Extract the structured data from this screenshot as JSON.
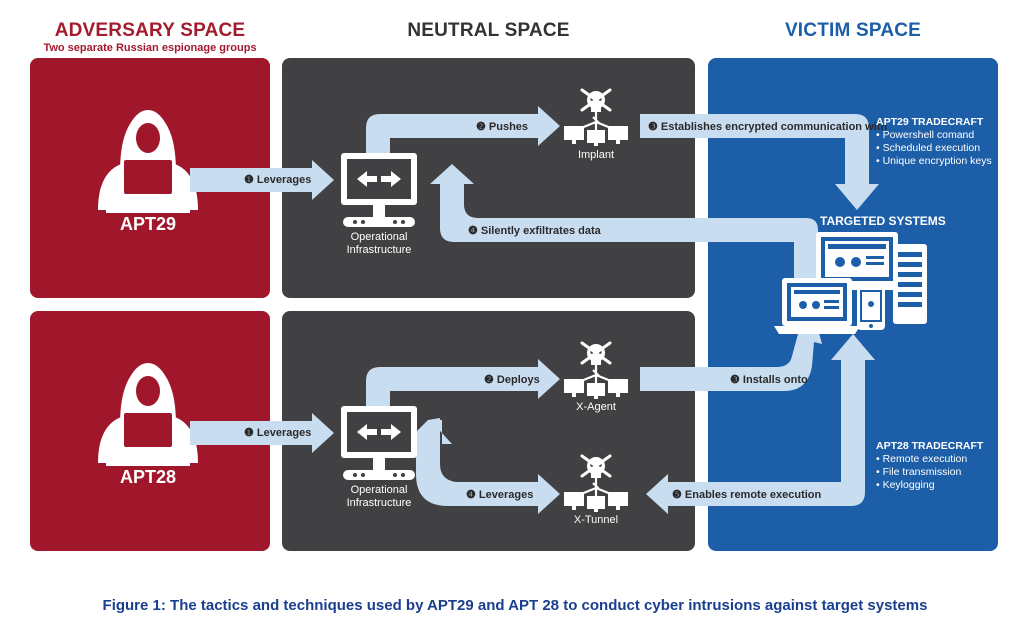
{
  "headers": {
    "adversary": "ADVERSARY SPACE",
    "adversary_sub": "Two separate Russian espionage groups",
    "neutral": "NEUTRAL SPACE",
    "victim": "VICTIM SPACE"
  },
  "colors": {
    "adversary": "#a0162a",
    "neutral": "#414143",
    "victim": "#1d5ea8",
    "arrow": "#c9ddf0",
    "caption": "#1a3f8f",
    "header_neutral": "#333333",
    "header_victim": "#1d5ea8"
  },
  "actors": {
    "top": "APT29",
    "bottom": "APT28"
  },
  "infrastructure_label": [
    "Operational",
    "Infrastructure"
  ],
  "nodes": {
    "implant": "Implant",
    "xagent": "X-Agent",
    "xtunnel": "X-Tunnel",
    "targeted": "TARGETED SYSTEMS"
  },
  "steps_top": {
    "s1": "❶ Leverages",
    "s2": "❷ Pushes",
    "s3": "❸ Establishes encrypted communication with",
    "s4": "❹ Silently exfiltrates data"
  },
  "steps_bottom": {
    "s1": "❶ Leverages",
    "s2": "❷ Deploys",
    "s3": "❸ Installs onto",
    "s4": "❹ Leverages",
    "s5": "❺ Enables remote execution"
  },
  "tradecraft_apt29": {
    "title": "APT29 TRADECRAFT",
    "items": [
      "• Powershell comand",
      "• Scheduled execution",
      "• Unique encryption keys"
    ]
  },
  "tradecraft_apt28": {
    "title": "APT28 TRADECRAFT",
    "items": [
      "• Remote execution",
      "• File transmission",
      "• Keylogging"
    ]
  },
  "caption": "Figure 1: The tactics and techniques used by APT29 and APT 28 to conduct cyber intrusions against target systems",
  "icons": [
    "hacker-icon",
    "monitor-arrows-icon",
    "skull-network-icon",
    "devices-icon"
  ]
}
